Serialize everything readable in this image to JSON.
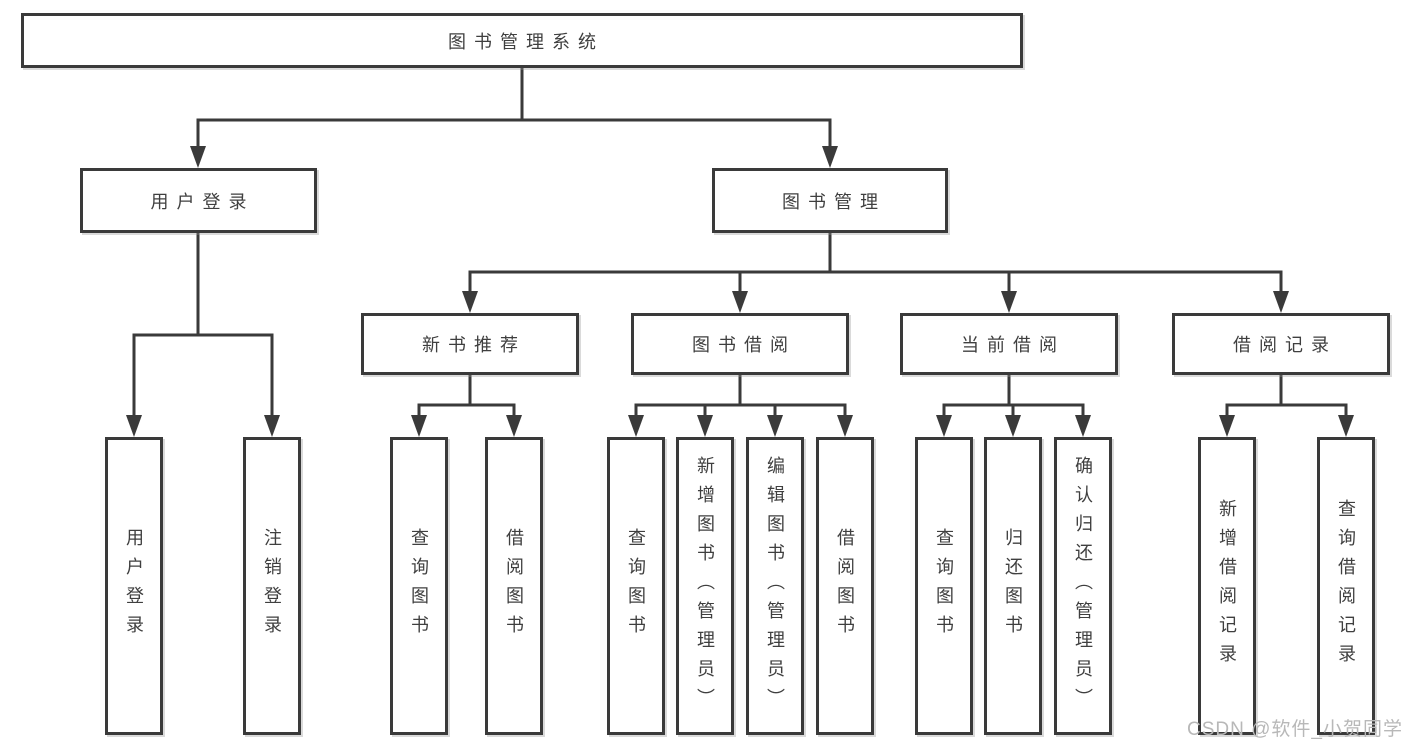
{
  "colors": {
    "line": "#3a3a3a",
    "text": "#3f3f3f",
    "watermark": "#b8b8b8",
    "background": "#ffffff"
  },
  "diagram": {
    "root": {
      "label": "图书管理系统"
    },
    "level2": [
      {
        "label": "用户登录"
      },
      {
        "label": "图书管理"
      }
    ],
    "level3": [
      {
        "label": "新书推荐"
      },
      {
        "label": "图书借阅"
      },
      {
        "label": "当前借阅"
      },
      {
        "label": "借阅记录"
      }
    ],
    "leaves": [
      {
        "parent": "用户登录",
        "label": "用户登录"
      },
      {
        "parent": "用户登录",
        "label": "注销登录"
      },
      {
        "parent": "新书推荐",
        "label": "查询图书"
      },
      {
        "parent": "新书推荐",
        "label": "借阅图书"
      },
      {
        "parent": "图书借阅",
        "label": "查询图书"
      },
      {
        "parent": "图书借阅",
        "label": "新增图书（管理员）"
      },
      {
        "parent": "图书借阅",
        "label": "编辑图书（管理员）"
      },
      {
        "parent": "图书借阅",
        "label": "借阅图书"
      },
      {
        "parent": "当前借阅",
        "label": "查询图书"
      },
      {
        "parent": "当前借阅",
        "label": "归还图书"
      },
      {
        "parent": "当前借阅",
        "label": "确认归还（管理员）"
      },
      {
        "parent": "借阅记录",
        "label": "新增借阅记录"
      },
      {
        "parent": "借阅记录",
        "label": "查询借阅记录"
      }
    ]
  },
  "watermark": {
    "text": "CSDN @软件_小贺同学"
  }
}
